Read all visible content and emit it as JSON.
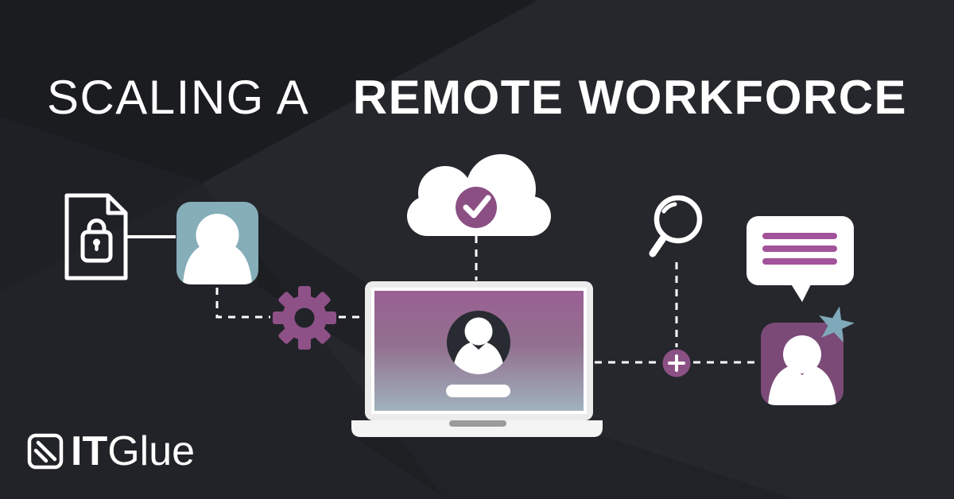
{
  "title": {
    "light": "SCALING A",
    "bold": "REMOTE WORKFORCE"
  },
  "logo": {
    "brand_bold": "IT",
    "brand_regular": "Glue"
  },
  "illustration": {
    "icons": [
      "locked-document-icon",
      "user-avatar-teal-icon",
      "gear-icon",
      "cloud-check-icon",
      "laptop-login-avatar",
      "search-icon",
      "chat-bubble-icon",
      "add-plus-icon",
      "user-avatar-plum-icon",
      "star-badge-icon"
    ]
  },
  "colors": {
    "bg-base": "#25272c",
    "bg-dark": "#1a1c20",
    "bg-wedge": "#1e2026",
    "bg-mid": "#212328",
    "teal": "#85aeb9",
    "purple": "#8e5187",
    "check-purple": "#8c4f84",
    "plum": "#7b4a77",
    "star-teal": "#7fa9ba",
    "bubble-line": "#a2539a",
    "plus-purple": "#8c5184",
    "screen-top": "#9a6094",
    "screen-mid": "#92708f",
    "screen-bottom": "#9fb2bd",
    "laptop-frame": "#ececec",
    "laptop-base": "#f4f4f4",
    "laptop-notch": "#9b9b9b",
    "avatar-dark": "#282b31",
    "white": "#ffffff"
  }
}
